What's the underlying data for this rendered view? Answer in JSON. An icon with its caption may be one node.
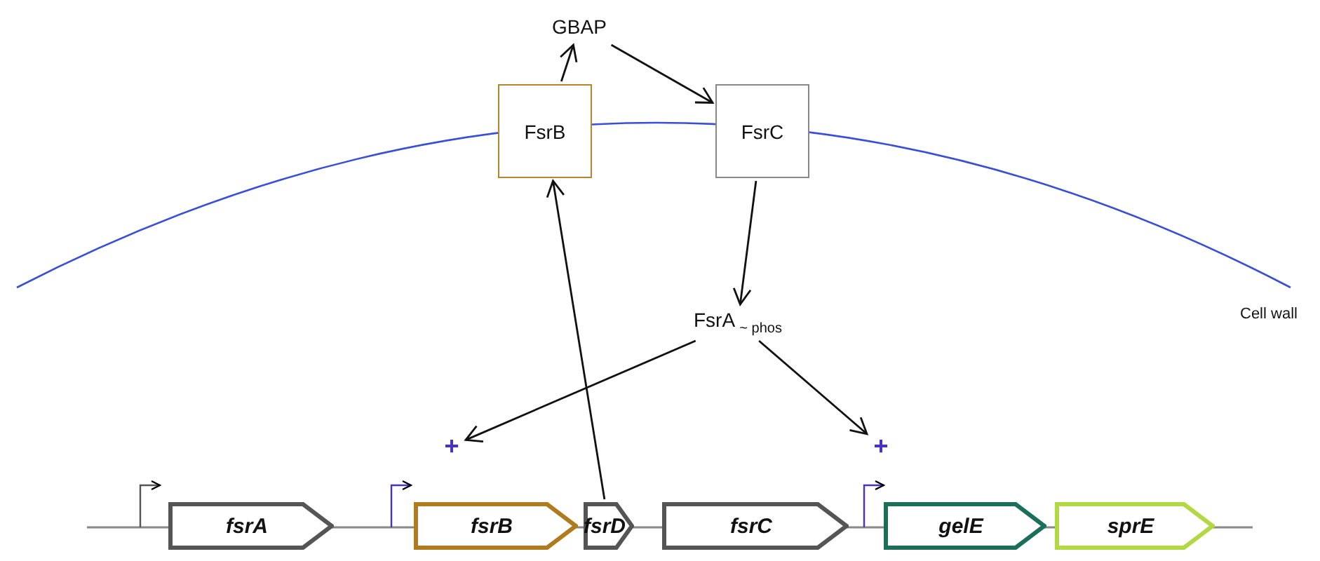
{
  "diagram": {
    "nodes": [
      {
        "text": [
          "GBAP"
        ]
      },
      {
        "text": [
          "FsrB"
        ]
      },
      {
        "text": [
          "FsrC"
        ]
      },
      {
        "text": [
          "FsrA $_{~ phos}$"
        ]
      },
      {
        "text": [
          "+"
        ]
      },
      {
        "text": [
          "+"
        ]
      },
      {
        "text": [
          "fsrA"
        ]
      },
      {
        "text": [
          "fsrB"
        ]
      },
      {
        "text": [
          "fsrD"
        ]
      },
      {
        "text": [
          "fsrC"
        ]
      },
      {
        "text": [
          "gelE"
        ]
      },
      {
        "text": [
          "sprE"
        ]
      }
    ],
    "edges": [
      {
        "from": 1,
        "to": 0,
        "arrow": "to"
      },
      {
        "from": 0,
        "to": 2,
        "arrow": "to"
      },
      {
        "from": 2,
        "to": 3,
        "arrow": "to"
      },
      {
        "from": 3,
        "to": 4,
        "arrow": "to"
      },
      {
        "from": 3,
        "to": 5,
        "arrow": "to"
      },
      {
        "from": 8,
        "to": 1,
        "arrow": "to"
      }
    ],
    "labels": [
      "Cell wall"
    ]
  }
}
